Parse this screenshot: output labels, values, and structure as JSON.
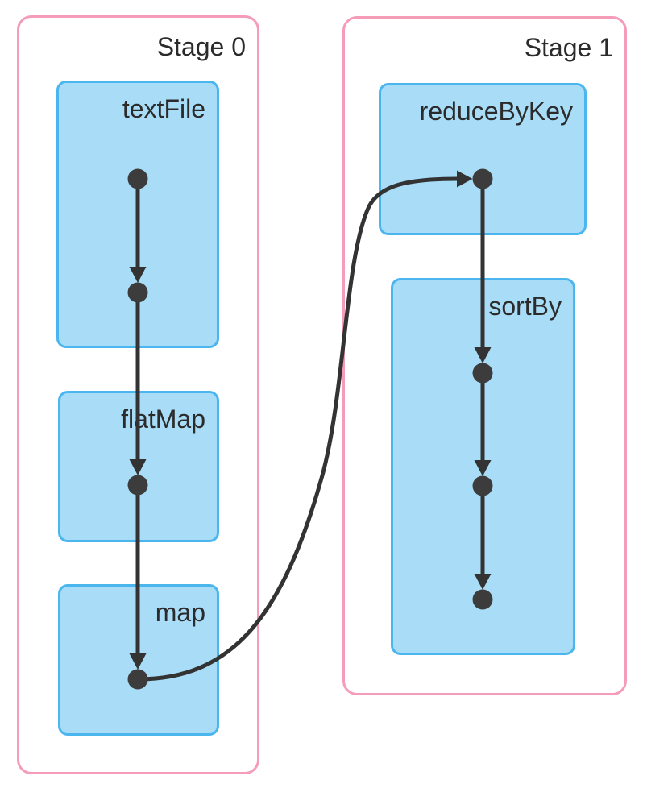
{
  "diagram": {
    "type": "spark-dag",
    "stages": [
      {
        "label": "Stage 0",
        "operations": [
          {
            "label": "textFile",
            "rdd_count": 2
          },
          {
            "label": "flatMap",
            "rdd_count": 1
          },
          {
            "label": "map",
            "rdd_count": 1
          }
        ]
      },
      {
        "label": "Stage 1",
        "operations": [
          {
            "label": "reduceByKey",
            "rdd_count": 1
          },
          {
            "label": "sortBy",
            "rdd_count": 3
          }
        ]
      }
    ],
    "edges": [
      {
        "from": "textFile.rdd0",
        "to": "textFile.rdd1"
      },
      {
        "from": "textFile.rdd1",
        "to": "flatMap.rdd0"
      },
      {
        "from": "flatMap.rdd0",
        "to": "map.rdd0"
      },
      {
        "from": "map.rdd0",
        "to": "reduceByKey.rdd0",
        "cross_stage": true
      },
      {
        "from": "reduceByKey.rdd0",
        "to": "sortBy.rdd0"
      },
      {
        "from": "sortBy.rdd0",
        "to": "sortBy.rdd1"
      },
      {
        "from": "sortBy.rdd1",
        "to": "sortBy.rdd2"
      }
    ],
    "colors": {
      "stage_border": "#F49CB8",
      "operation_fill": "#A9DDF7",
      "operation_border": "#4BB6EE",
      "edge": "#333333",
      "node": "#3C3C3C",
      "text": "#2B2B2B",
      "background": "#FFFFFF"
    }
  }
}
